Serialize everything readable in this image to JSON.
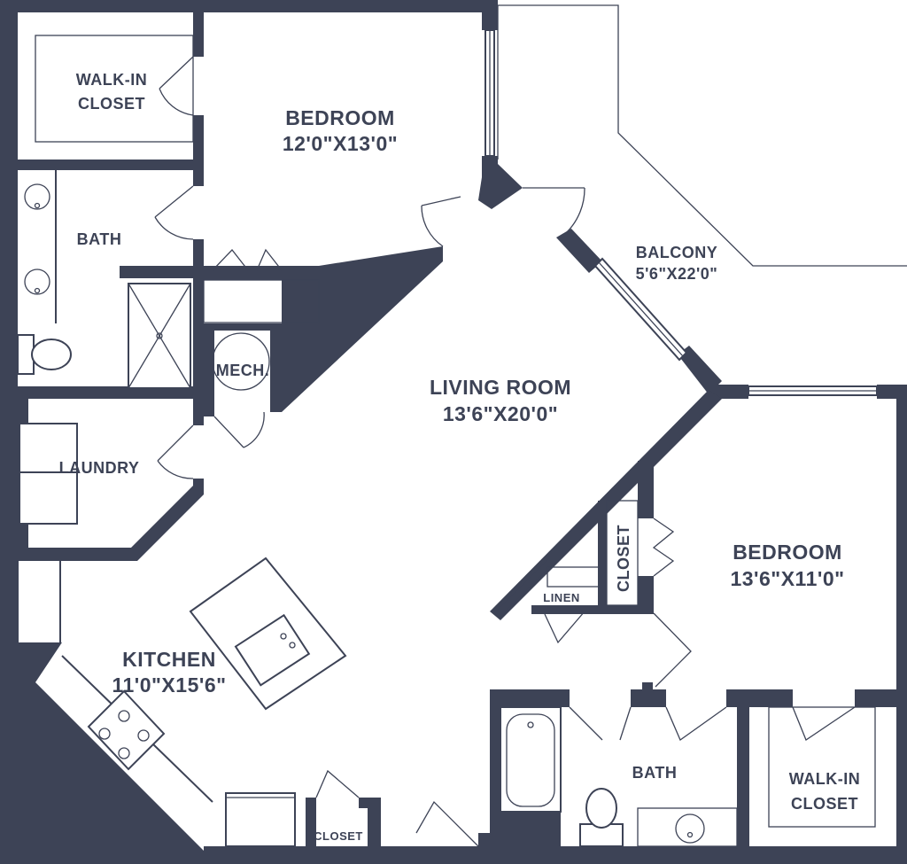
{
  "rooms": {
    "walkin_closet_top": {
      "line1": "WALK-IN",
      "line2": "CLOSET"
    },
    "bedroom_top": {
      "name": "BEDROOM",
      "dims": "12'0\"X13'0\""
    },
    "bath_left": {
      "name": "BATH"
    },
    "mech": {
      "name": "MECH."
    },
    "balcony": {
      "name": "BALCONY",
      "dims": "5'6\"X22'0\""
    },
    "living_room": {
      "name": "LIVING ROOM",
      "dims": "13'6\"X20'0\""
    },
    "laundry": {
      "name": "LAUNDRY"
    },
    "bedroom_right": {
      "name": "BEDROOM",
      "dims": "13'6\"X11'0\""
    },
    "closet_right": {
      "name": "CLOSET"
    },
    "linen": {
      "name": "LINEN"
    },
    "kitchen": {
      "name": "KITCHEN",
      "dims": "11'0\"X15'6\""
    },
    "bath_right": {
      "name": "BATH"
    },
    "walkin_closet_bottom": {
      "line1": "WALK-IN",
      "line2": "CLOSET"
    },
    "closet_bottom": {
      "name": "CLOSET"
    }
  },
  "colors": {
    "wall": "#3d4356",
    "background": "#ffffff"
  }
}
